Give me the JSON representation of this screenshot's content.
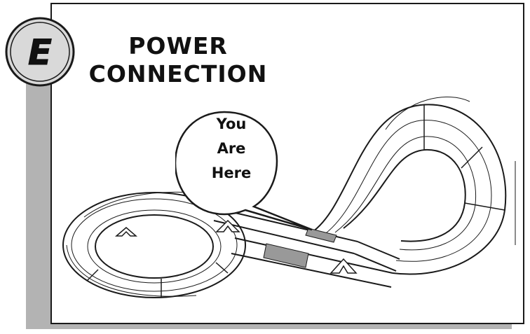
{
  "step": {
    "letter": "E",
    "title_line1": "POWER",
    "title_line2": "CONNECTION"
  },
  "callout": {
    "line1": "You",
    "line2": "Are",
    "line3": "Here"
  },
  "colors": {
    "shadow": "#b3b3b3",
    "outline": "#1a1a1a",
    "badge_fill": "#d9d9d9",
    "power_track": "#999999"
  }
}
